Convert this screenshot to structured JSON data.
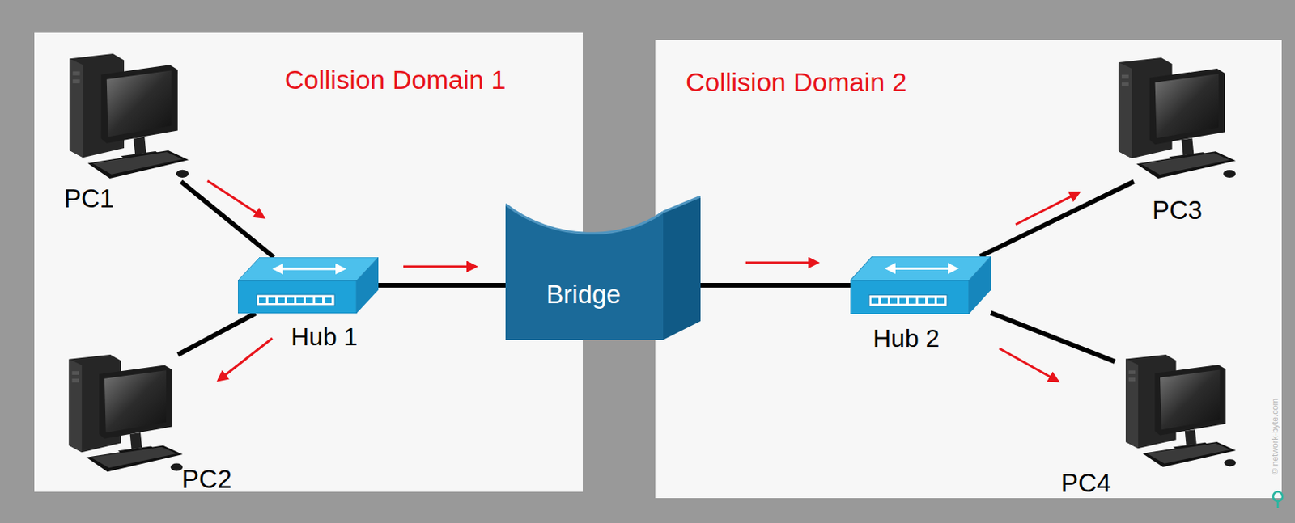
{
  "diagram": {
    "nodes": [
      {
        "text": [
          "Collision Domain 1"
        ]
      },
      {
        "text": [
          "PC1"
        ],
        "in": 0
      },
      {
        "text": [
          "Hub 1"
        ],
        "in": 0
      },
      {
        "text": [
          "PC2"
        ],
        "in": 0
      },
      {
        "text": [
          "Bridge"
        ]
      },
      {
        "text": [
          "Collision Domain 2"
        ]
      },
      {
        "text": [
          "Hub 2"
        ],
        "in": 5
      },
      {
        "text": [
          "PC3"
        ],
        "in": 5
      },
      {
        "text": [
          "PC4"
        ],
        "in": 5
      }
    ],
    "edges": [
      {
        "from": 1,
        "to": 2,
        "arrow": "none"
      },
      {
        "from": 2,
        "to": 3,
        "arrow": "none"
      },
      {
        "from": 2,
        "to": 4,
        "arrow": "none"
      },
      {
        "from": 4,
        "to": 6,
        "arrow": "none"
      },
      {
        "from": 6,
        "to": 7,
        "arrow": "none"
      },
      {
        "from": 6,
        "to": 8,
        "arrow": "none"
      }
    ],
    "labels": [
      "© network-byte.com"
    ]
  }
}
